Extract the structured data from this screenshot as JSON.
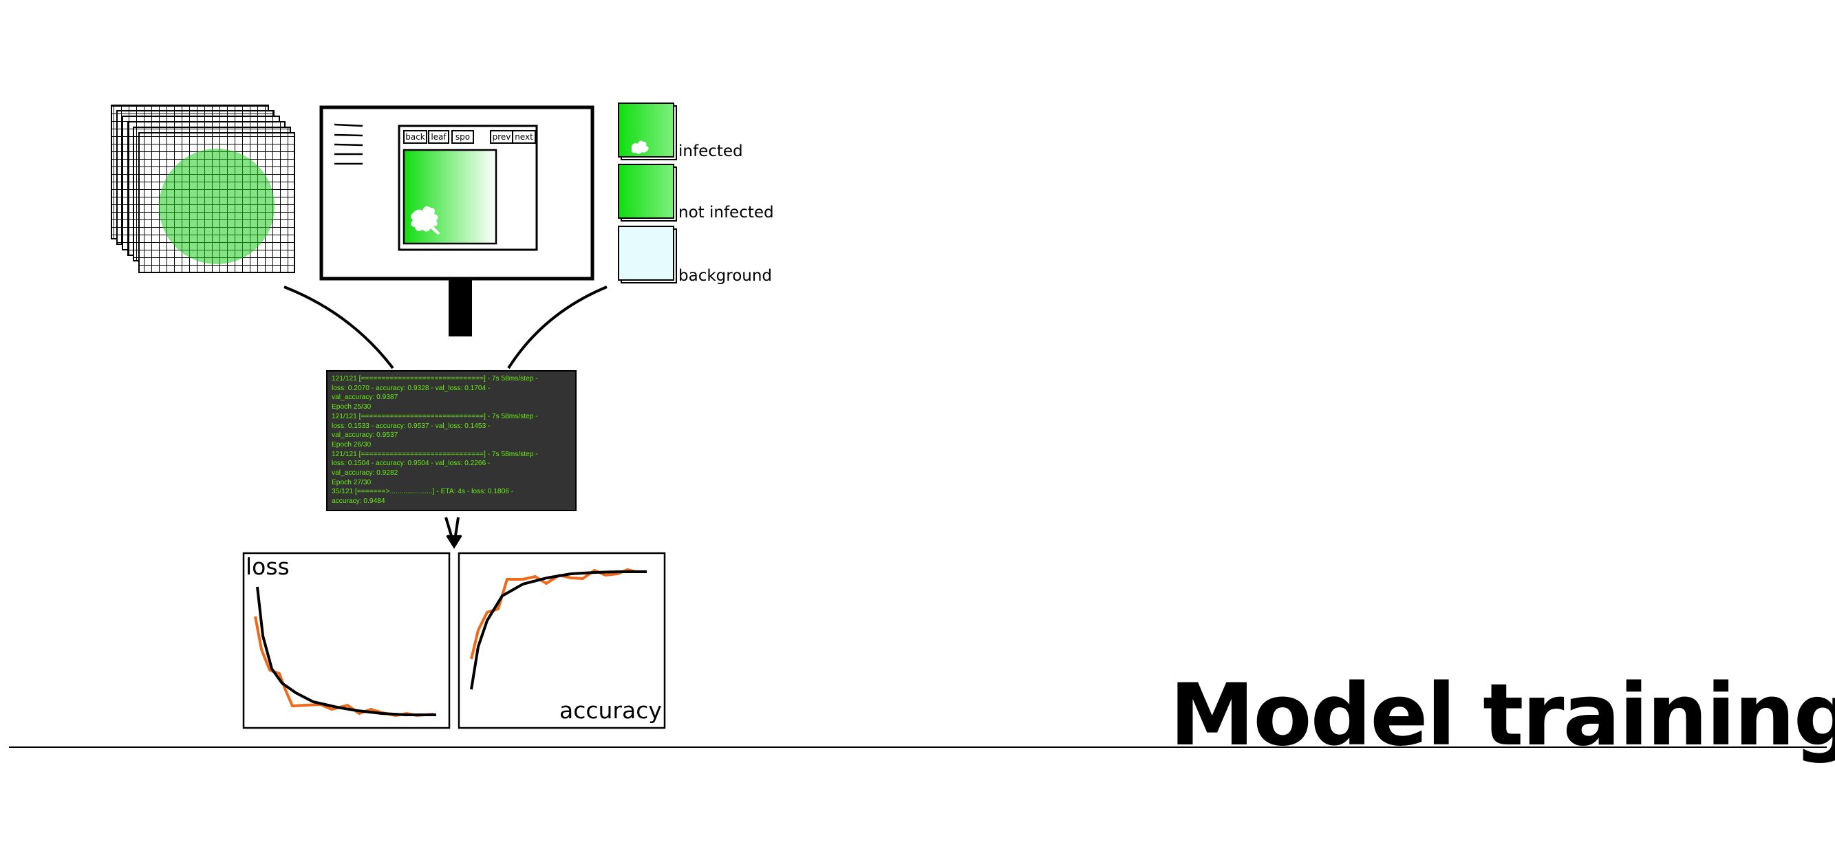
{
  "title": "Model training",
  "viewer": {
    "buttons": [
      "back",
      "leaf",
      "spo",
      "prev",
      "next"
    ]
  },
  "classes": [
    "infected",
    "not infected",
    "background"
  ],
  "terminal_lines": [
    "121/121 [==============================] - 7s 58ms/step -",
    "loss: 0.2070 - accuracy: 0.9328 - val_loss: 0.1704 -",
    "val_accuracy: 0.9387",
    "Epoch 25/30",
    "121/121 [==============================] - 7s 58ms/step -",
    "loss: 0.1533 - accuracy: 0.9537 - val_loss: 0.1453 -",
    "val_accuracy: 0.9537",
    "Epoch 26/30",
    "121/121 [==============================] - 7s 58ms/step -",
    "loss: 0.1504 - accuracy: 0.9504 - val_loss: 0.2266 -",
    "val_accuracy: 0.9282",
    "Epoch 27/30",
    " 35/121 [=======>......................] - ETA: 4s - loss: 0.1806 -",
    "accuracy: 0.9484"
  ],
  "plots": {
    "loss_label": "loss",
    "accuracy_label": "accuracy"
  },
  "colors": {
    "green": "#22dd22",
    "orange": "#ee6a1a",
    "terminal_bg": "#333333",
    "terminal_text": "#66ee11",
    "background_tile": "#e6fbfd"
  }
}
